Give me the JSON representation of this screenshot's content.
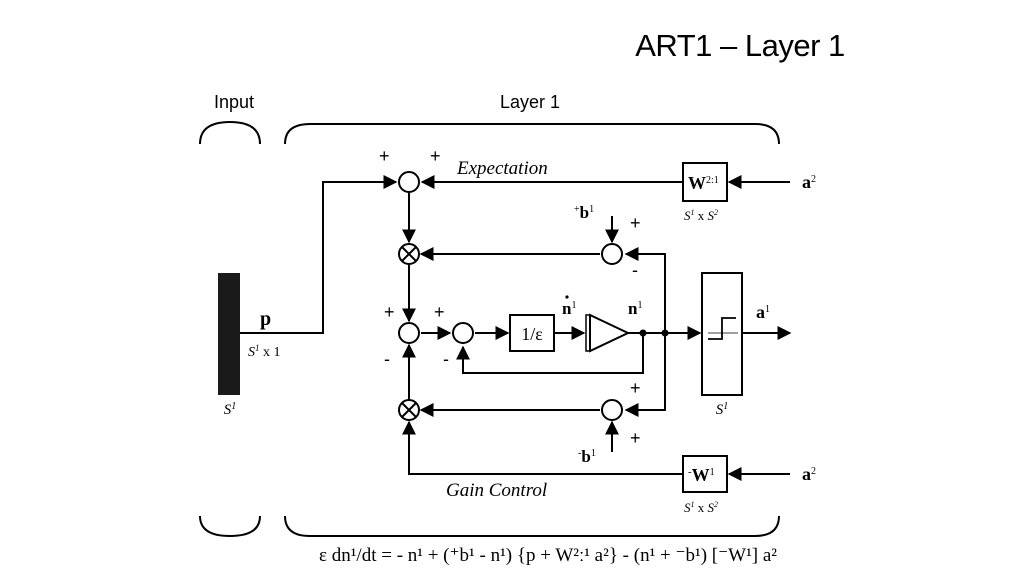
{
  "slide": {
    "title": "ART1 – Layer 1"
  },
  "diagram": {
    "brace_input": "Input",
    "brace_layer": "Layer 1",
    "plus": "+",
    "minus": "-",
    "expectation": "Expectation",
    "gain_control": "Gain Control",
    "p": "p",
    "p_dim": "S",
    "p_dim_sup": "1",
    "p_dim_tail": " x 1",
    "s1": "S",
    "s1_sup": "1",
    "w21": "W",
    "w21_sup": "2:1",
    "w21_dim": "S",
    "w21_dim_sup1": "1",
    "w21_dim_x": " x ",
    "w21_dim_s": "S",
    "w21_dim_sup2": "2",
    "a2": "a",
    "a2_sup": "2",
    "a1": "a",
    "a1_sup": "1",
    "bplus": "b",
    "bplus_pre": "+",
    "bplus_sup": "1",
    "bminus": "b",
    "bminus_pre": "-",
    "bminus_sup": "1",
    "inv_eps": "1/ε",
    "ndot": "n",
    "ndot_sup": "1",
    "n1": "n",
    "n1_sup": "1",
    "w1": "W",
    "w1_pre": "-",
    "w1_sup": "1",
    "equation": "ε dn¹/dt = - n¹ + (⁺b¹ - n¹) {p + W²ː¹ a²} - (n¹ + ⁻b¹) [⁻W¹] a²"
  }
}
